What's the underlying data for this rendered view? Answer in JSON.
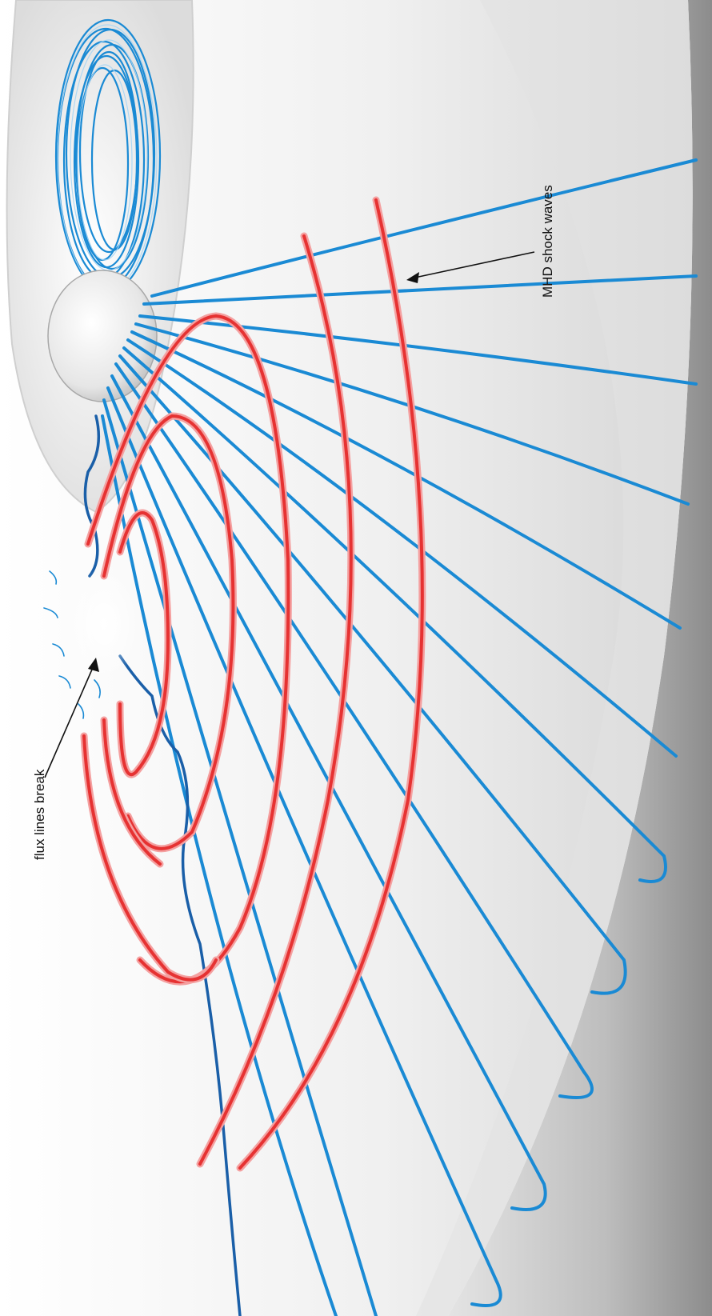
{
  "labels": {
    "shock_waves": "MHD shock waves",
    "flux_break": "flux lines break"
  },
  "colors": {
    "background": "#ffffff",
    "surface_light": "#f2f2f2",
    "surface_mid": "#dcdcdc",
    "surface_dark": "#9a9a9a",
    "rim_dark": "#b8b8b8",
    "flux_line": "#1a8ad4",
    "flux_line_dark": "#1a5fa8",
    "shock_wave": "#e63232",
    "shock_wave_highlight": "#f4a0a0",
    "pointer": "#111111"
  },
  "icons": {
    "arrow": "arrow-pointer",
    "coil": "coil-ring",
    "star": "central-sphere"
  }
}
